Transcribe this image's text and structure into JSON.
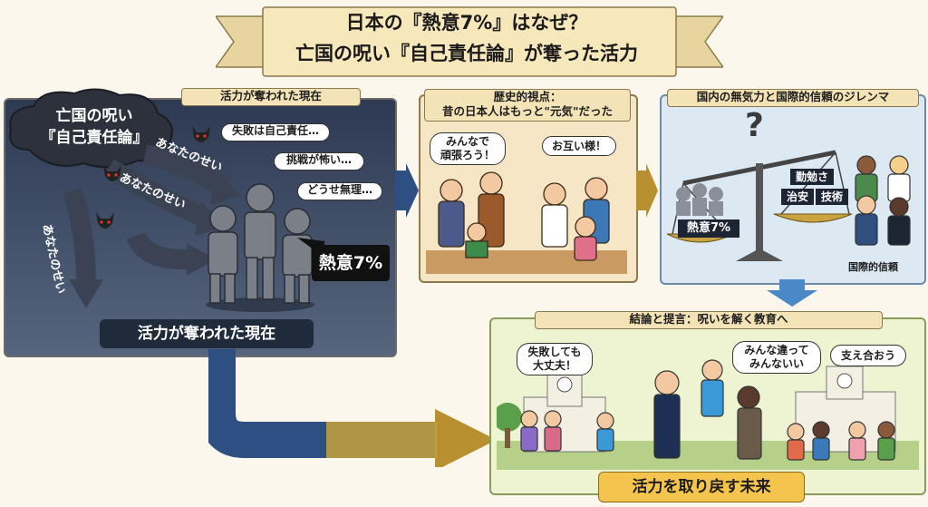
{
  "title": {
    "line1": "日本の『熱意7%』はなぜ？",
    "line2": "亡国の呪い『自己責任論』が奪った活力"
  },
  "curse": {
    "line1": "亡国の呪い",
    "line2": "『自己責任論』",
    "arrow_text": "あなたのせい"
  },
  "present": {
    "label": "活力が奪われた現在",
    "bubbles": [
      "失敗は自己責任…",
      "挑戦が怖い…",
      "どうせ無理…"
    ],
    "badge": "熱意7%",
    "caption": "活力が奪われた現在"
  },
  "history": {
    "label_line1": "歴史的視点：",
    "label_line2": "昔の日本人はもっと\"元気\"だった",
    "bubble1_line1": "みんなで",
    "bubble1_line2": "頑張ろう！",
    "bubble2": "お互い様！"
  },
  "dilemma": {
    "label": "国内の無気力と国際的信頼のジレンマ",
    "left_pan": "熱意7%",
    "right_pan_top": "勤勉さ",
    "right_pan_left": "治安",
    "right_pan_right": "技術",
    "question": "?",
    "intl_trust": "国際的信頼"
  },
  "conclusion": {
    "label": "結論と提言：呪いを解く教育へ",
    "bubble1_line1": "失敗しても",
    "bubble1_line2": "大丈夫！",
    "bubble2_line1": "みんな違って",
    "bubble2_line2": "みんないい",
    "bubble3": "支え合おう",
    "caption": "活力を取り戻す未来"
  },
  "colors": {
    "dark_panel": "#3e4a63",
    "history_bg": "#f6e6c6",
    "dilemma_bg": "#dce8f2",
    "conclusion_bg": "#eef3d2",
    "gold": "#f4c44c",
    "arrow_blue": "#2e4f82"
  }
}
